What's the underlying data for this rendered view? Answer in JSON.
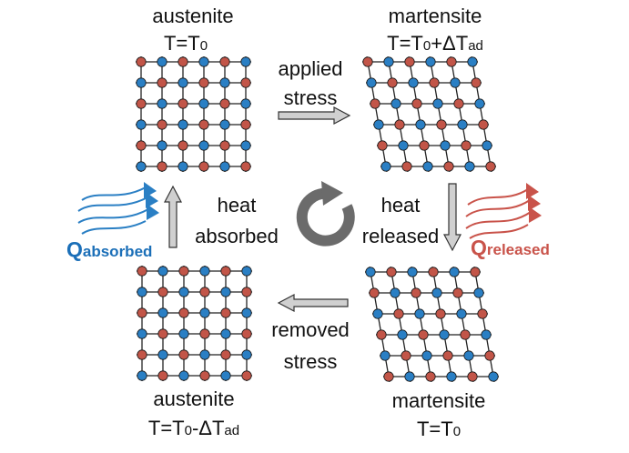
{
  "colors": {
    "blue_atom": "#2a7fc4",
    "red_atom": "#c25548",
    "grid": "#222222",
    "arrow_fill": "#d0d0d0",
    "cycle": "#6b6b6b",
    "q_absorbed": "#1b6fb8",
    "q_released": "#c9534a"
  },
  "states": {
    "top_left": {
      "phase": "austenite",
      "temp": "T=T",
      "temp_sub": "0",
      "temp_rest": ""
    },
    "top_right": {
      "phase": "martensite",
      "temp": "T=T",
      "temp_sub": "0",
      "temp_rest": "+ΔT",
      "temp_rest_sub": "ad"
    },
    "bottom_left": {
      "phase": "austenite",
      "temp": "T=T",
      "temp_sub": "0",
      "temp_rest": "-ΔT",
      "temp_rest_sub": "ad"
    },
    "bottom_right": {
      "phase": "martensite",
      "temp": "T=T",
      "temp_sub": "0",
      "temp_rest": ""
    }
  },
  "transitions": {
    "top": [
      "applied",
      "stress"
    ],
    "right": [
      "heat",
      "released"
    ],
    "bottom": [
      "removed",
      "stress"
    ],
    "left": [
      "heat",
      "absorbed"
    ]
  },
  "q_absorbed": {
    "main": "Q",
    "sub": "absorbed"
  },
  "q_released": {
    "main": "Q",
    "sub": "released"
  },
  "icons": {
    "cycle": "clockwise-cycle-icon",
    "heat_in": "heat-wave-absorbed-icon",
    "heat_out": "heat-wave-released-icon"
  }
}
